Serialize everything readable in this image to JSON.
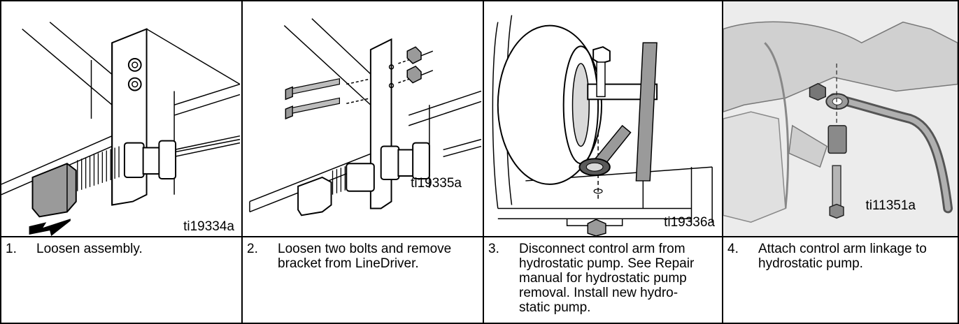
{
  "steps": [
    {
      "num": "1.",
      "text": "Loosen assembly.",
      "figure_id": "ti19334a"
    },
    {
      "num": "2.",
      "text": "Loosen two bolts and remove\nbracket from LineDriver.",
      "figure_id": "ti19335a"
    },
    {
      "num": "3.",
      "text": "Disconnect control arm from\nhydrostatic pump. See Repair\nmanual for hydrostatic pump\nremoval. Install new hydro-\nstatic pump.",
      "figure_id": "ti19336a"
    },
    {
      "num": "4.",
      "text": "Attach control arm linkage to\nhydrostatic pump.",
      "figure_id": "ti11351a"
    }
  ],
  "colors": {
    "line": "#000000",
    "metal": "#9a9a9a",
    "metal_dark": "#5a5a5a",
    "photo": "#d9d9d9"
  }
}
